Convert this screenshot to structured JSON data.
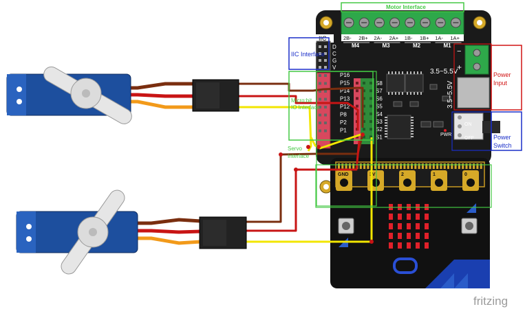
{
  "labels": {
    "motor_interface": "Motor Interface",
    "iic_header": "IIC",
    "iic_interface": "IIC Interface",
    "power_input": [
      "Power",
      "Input"
    ],
    "power_switch": [
      "Power",
      "Switch"
    ],
    "microbit_io": [
      "Micro:bit",
      "IO Interface"
    ],
    "servo_interface": [
      "Servo",
      "Interface"
    ],
    "voltage_1": "3.5~5.5V",
    "voltage_2": "3.5~5.5V",
    "pwr": "PWR",
    "on": "ON",
    "off": "OFF",
    "fritzing": "fritzing"
  },
  "motor_terminals": [
    "2B-",
    "2B+",
    "2A-",
    "2A+",
    "1B-",
    "1B+",
    "1A-",
    "1A+"
  ],
  "motor_groups": [
    "M4",
    "M3",
    "M2",
    "M1"
  ],
  "iic_pins": [
    "D",
    "C",
    "G",
    "V"
  ],
  "io_pins": [
    "P16",
    "P15",
    "P14",
    "P13",
    "P12",
    "P8",
    "P2",
    "P1"
  ],
  "servo_pins": [
    "S8",
    "S7",
    "S6",
    "S5",
    "S4",
    "S3",
    "S2",
    "S1"
  ],
  "edge_pins": [
    "GND",
    "3V",
    "2",
    "1",
    "0"
  ],
  "polarity": {
    "minus": "−",
    "plus": "+"
  },
  "colors": {
    "board": "#1a1a1a",
    "terminal_green": "#2ea84a",
    "wire_brown": "#7a2e0f",
    "wire_red": "#c81414",
    "wire_yellow": "#f2e600",
    "servo_blue": "#1d4f9e",
    "label_green": "#43c843",
    "label_red": "#d11313",
    "label_blue": "#1a2fc9",
    "gold": "#d6a928",
    "led_red": "#e0202a"
  }
}
